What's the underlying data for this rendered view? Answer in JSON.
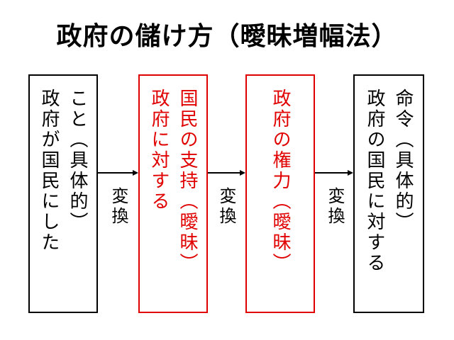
{
  "title": "政府の儲け方（曖昧増幅法）",
  "boxes": [
    {
      "lines": [
        "こと（具体的）",
        "政府が国民にした"
      ],
      "color": "#000000"
    },
    {
      "lines": [
        "国民の支持（曖昧）",
        "政府に対する"
      ],
      "color": "#e00000"
    },
    {
      "lines": [
        "政府の権力（曖昧）"
      ],
      "color": "#e00000"
    },
    {
      "lines": [
        "命令（具体的）",
        "政府の国民に対する"
      ],
      "color": "#000000"
    }
  ],
  "conversion_label": "変換"
}
